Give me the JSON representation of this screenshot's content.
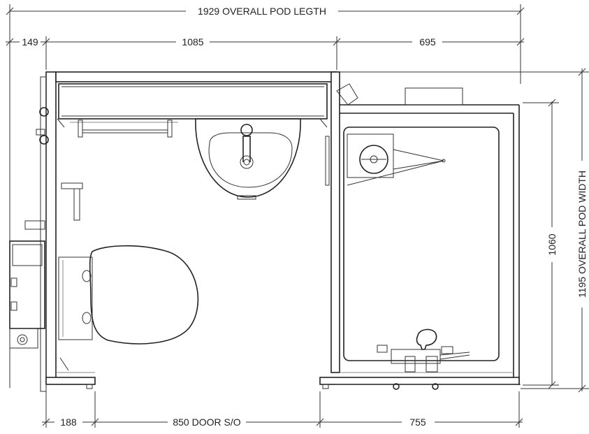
{
  "dimensions": {
    "overall_length": "1929 OVERALL POD LEGTH",
    "top_left": "149",
    "top_mid": "1085",
    "top_right": "695",
    "bottom_left": "188",
    "bottom_door": "850 DOOR S/O",
    "bottom_right": "755",
    "shower_depth": "1060",
    "overall_width": "1195 OVERALL POD WIDTH"
  }
}
